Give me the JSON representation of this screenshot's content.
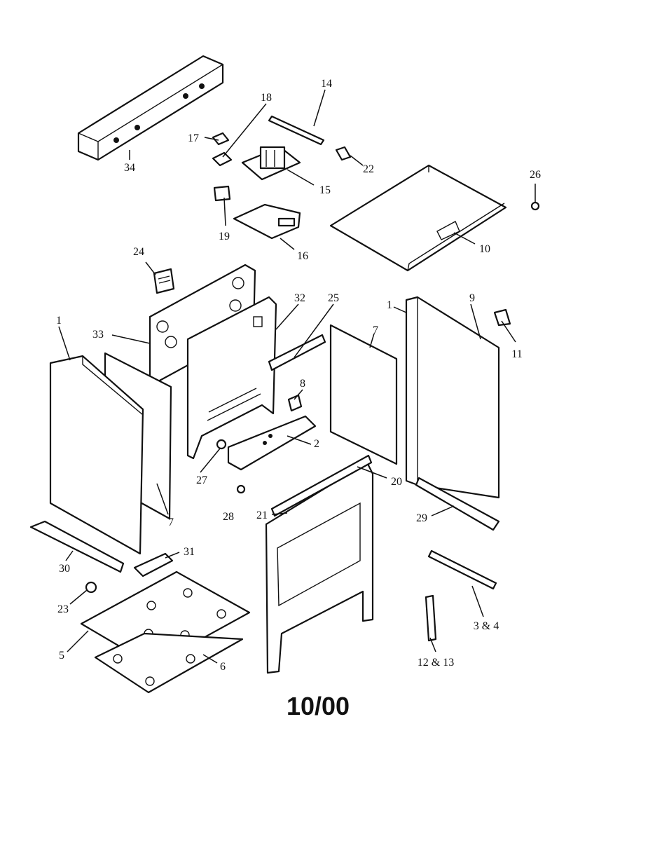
{
  "labels": {
    "p1": "1",
    "p2": "2",
    "p3_4": "3 & 4",
    "p5": "5",
    "p6": "6",
    "p7": "7",
    "p8": "8",
    "p9": "9",
    "p10": "10",
    "p11": "11",
    "p12_13": "12 & 13",
    "p14": "14",
    "p15": "15",
    "p16": "16",
    "p17": "17",
    "p18": "18",
    "p19": "19",
    "p20": "20",
    "p21": "21",
    "p22": "22",
    "p23": "23",
    "p24": "24",
    "p25": "25",
    "p26": "26",
    "p27": "27",
    "p28": "28",
    "p29": "29",
    "p30": "30",
    "p31": "31",
    "p32": "32",
    "p33": "33",
    "p34": "34"
  },
  "revision_date": "10/00"
}
